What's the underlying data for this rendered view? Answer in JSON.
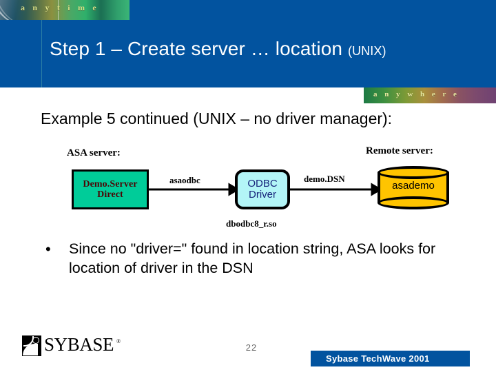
{
  "header": {
    "brand_strip_left": "a n y t i m e",
    "brand_strip_right": "a n y w h e r e",
    "title_main": "Step 1 – Create server … location ",
    "title_suffix": "(UNIX)",
    "brand_blue": "#02539F"
  },
  "body": {
    "subtitle": "Example 5 continued (UNIX – no driver manager):",
    "bullet_marker": "•",
    "bullet_text": "Since no \"driver=\" found in location string, ASA looks for location of driver in the DSN"
  },
  "diagram": {
    "caption_left": "ASA server:",
    "caption_right": "Remote server:",
    "green_box": {
      "line1": "Demo.Server",
      "line2": "Direct",
      "fill": "#00CC99",
      "text_color": "#4B0505"
    },
    "odbc_box": {
      "line1": "ODBC",
      "line2": "Driver",
      "fill": "#B3F5F7",
      "text_color": "#16237A"
    },
    "cylinder": {
      "label": "asademo",
      "fill": "#FFC400",
      "text_color": "#000000"
    },
    "edge_label_1": "asaodbc",
    "edge_label_2": "demo.DSN",
    "driver_file": "dbodbc8_r.so"
  },
  "footer": {
    "logo_text": "SYBASE",
    "logo_tm": "®",
    "page_number": "22",
    "event_banner": "Sybase TechWave 2001"
  }
}
